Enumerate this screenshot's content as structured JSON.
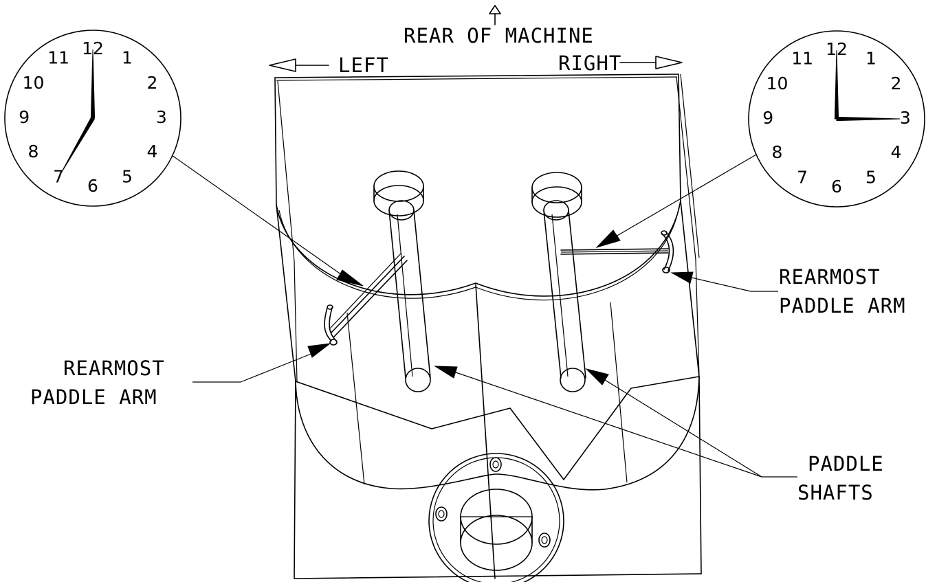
{
  "labels": {
    "rear_of_machine": "REAR OF MACHINE",
    "left": "LEFT",
    "right": "RIGHT",
    "rearmost_left_line1": "REARMOST",
    "rearmost_left_line2": "PADDLE ARM",
    "rearmost_right_line1": "REARMOST",
    "rearmost_right_line2": "PADDLE ARM",
    "paddle_shafts_line1": "PADDLE",
    "paddle_shafts_line2": "SHAFTS"
  },
  "clocks": [
    {
      "name": "left-clock",
      "hour": 7,
      "minute": 0,
      "numerals": [
        "12",
        "1",
        "2",
        "3",
        "4",
        "5",
        "6",
        "7",
        "8",
        "9",
        "10",
        "11"
      ]
    },
    {
      "name": "right-clock",
      "hour": 3,
      "minute": 0,
      "numerals": [
        "12",
        "1",
        "2",
        "3",
        "4",
        "5",
        "6",
        "7",
        "8",
        "9",
        "10",
        "11"
      ]
    }
  ]
}
